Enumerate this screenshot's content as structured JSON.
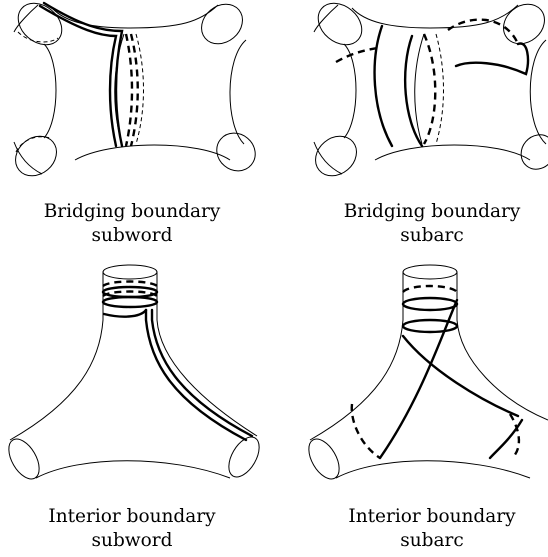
{
  "panels": [
    {
      "caption_line1": "Bridging boundary",
      "caption_line2": "subword"
    },
    {
      "caption_line1": "Bridging boundary",
      "caption_line2": "subarc"
    },
    {
      "caption_line1": "Interior boundary",
      "caption_line2": "subword"
    },
    {
      "caption_line1": "Interior boundary",
      "caption_line2": "subarc"
    }
  ]
}
